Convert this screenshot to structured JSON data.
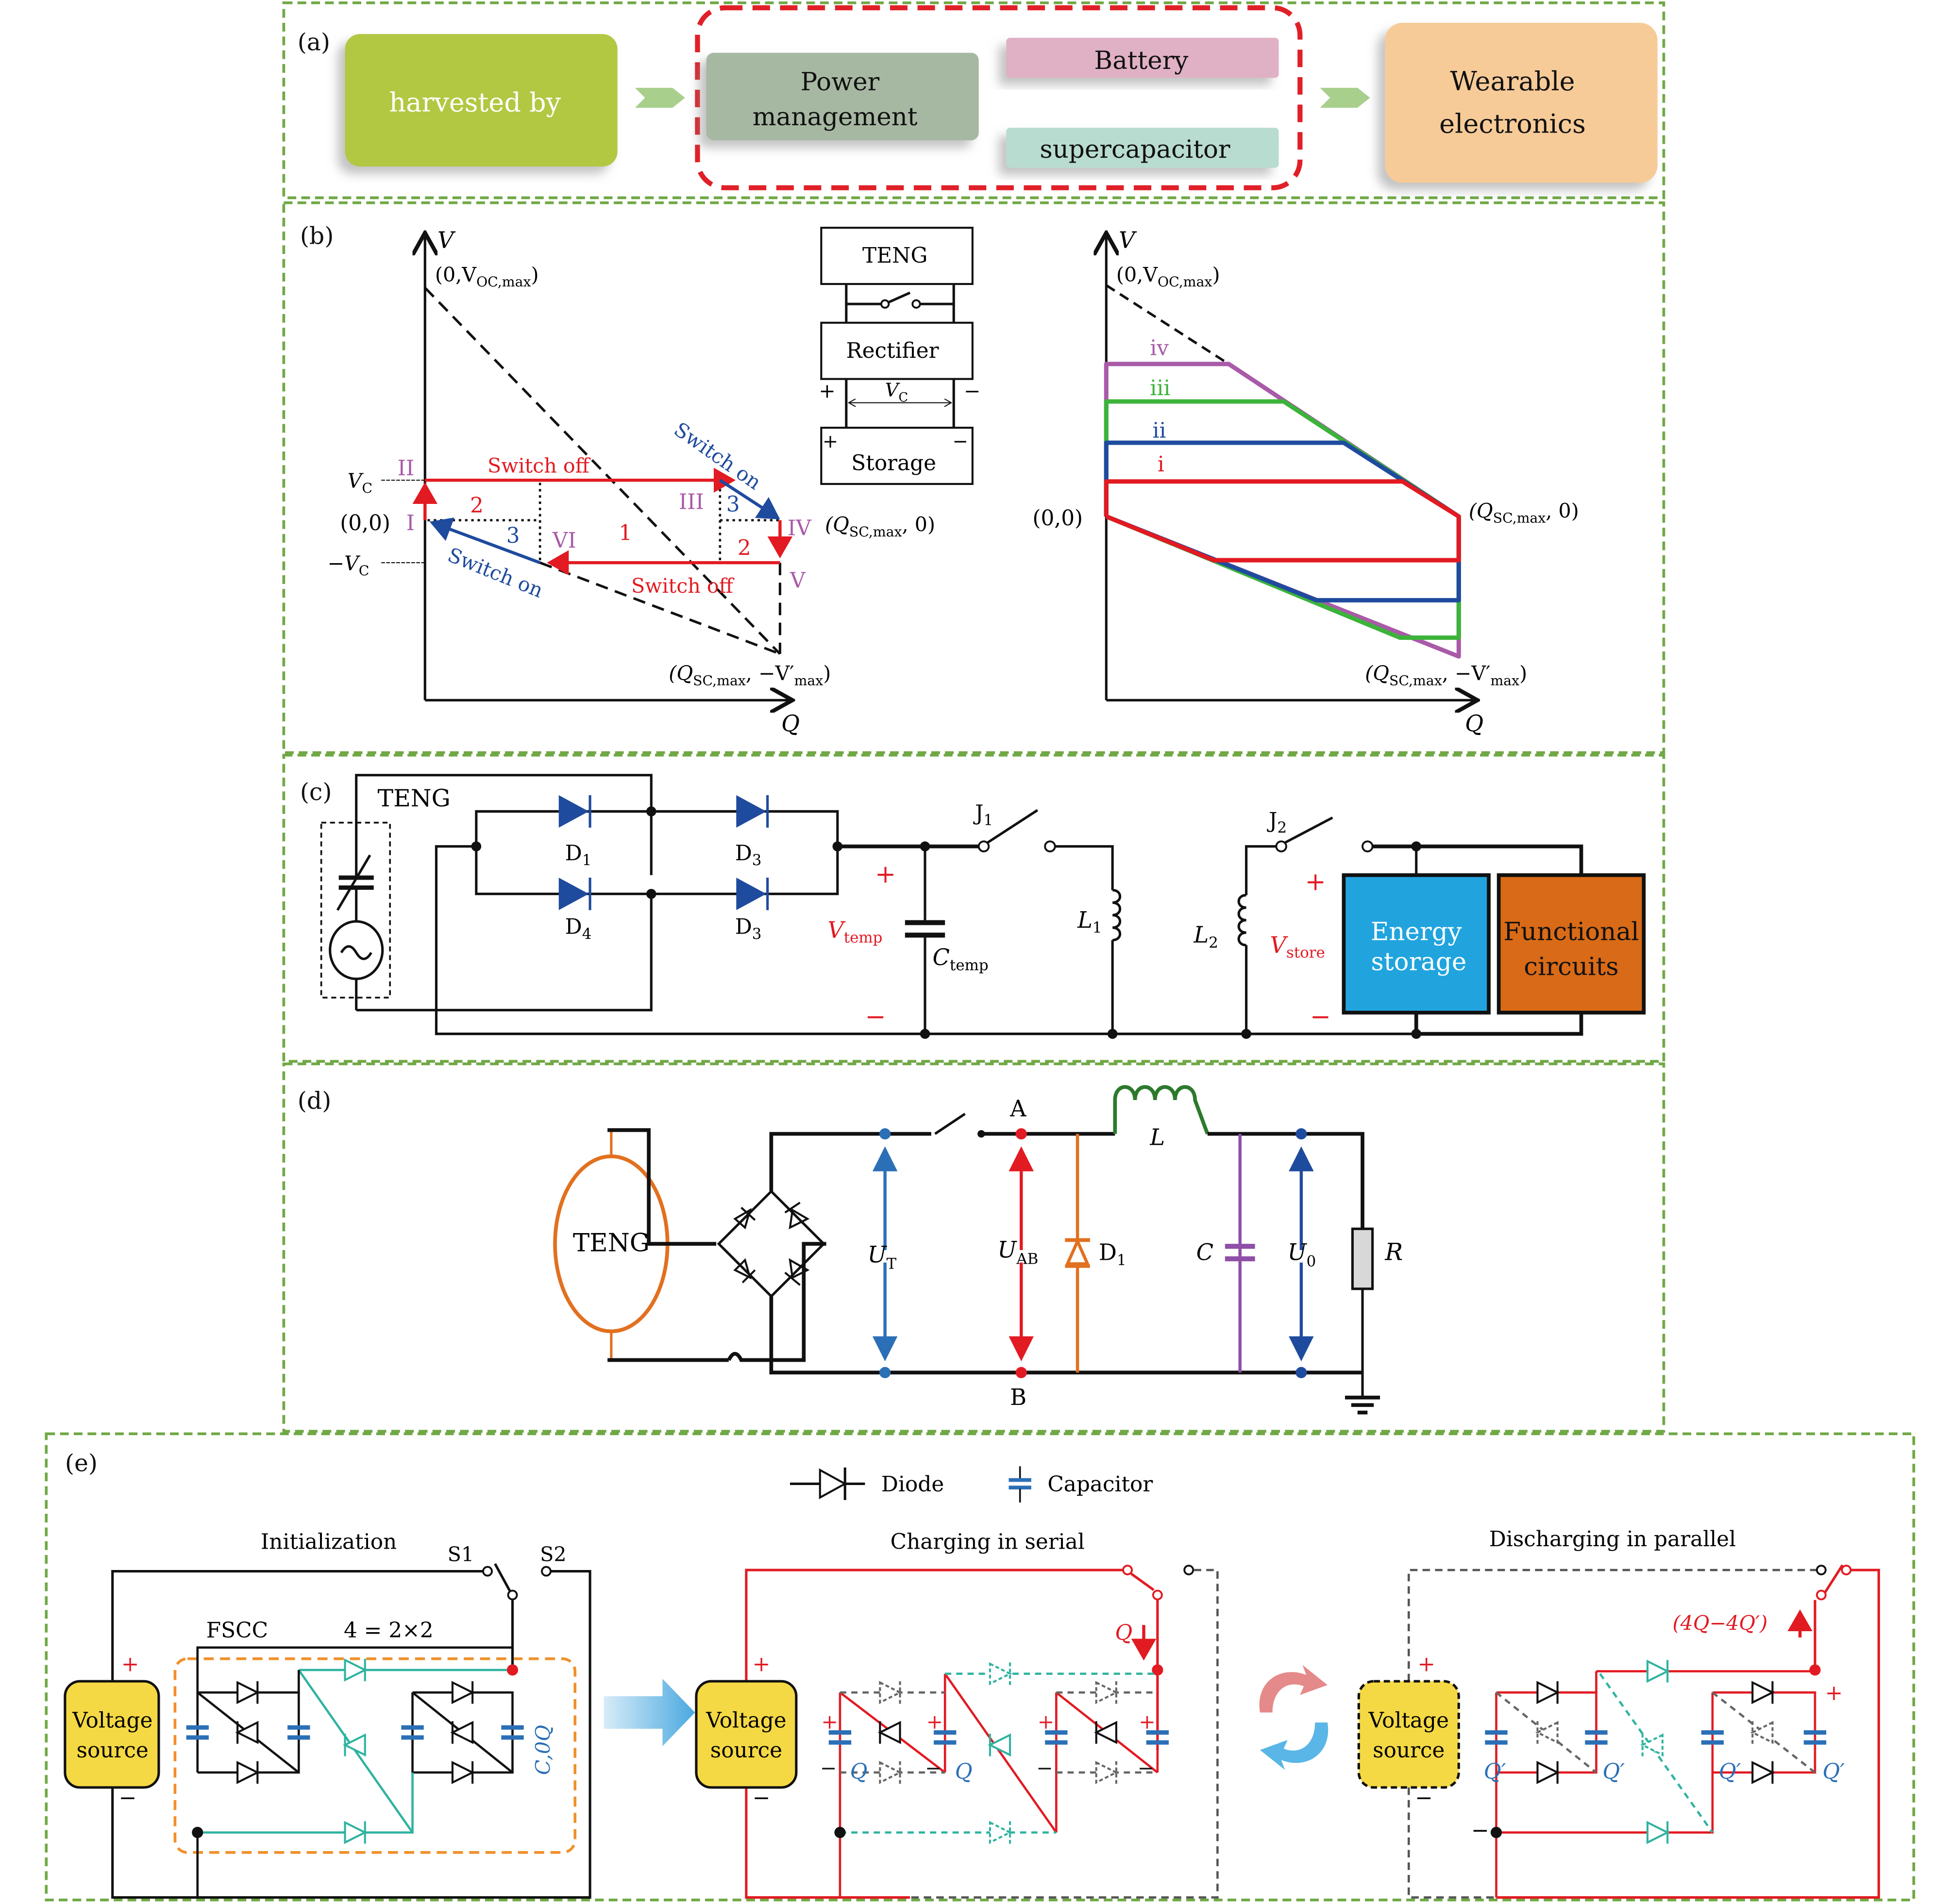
{
  "panels": {
    "a": {
      "label": "(a)",
      "source_box": "harvested by",
      "power_management": [
        "Power",
        "management"
      ],
      "battery": "Battery",
      "supercapacitor": "supercapacitor",
      "output": [
        "Wearable",
        "electronics"
      ],
      "colors": {
        "source": "#b2c842",
        "power": "#a7b8a2",
        "battery": "#e0b0c4",
        "supercap": "#b8dccf",
        "output": "#f6cb98",
        "highlight": "#e02028",
        "arrow": "#a8cf8c"
      }
    },
    "b": {
      "label": "(b)",
      "left_plot": {
        "axis_v": "V",
        "axis_q": "Q",
        "voc": "(0,V",
        "voc_sub": "OC,max",
        "origin": "(0,0)",
        "vc": "V",
        "vc_sub": "C",
        "neg_vc": "−V",
        "qsc": "(Q",
        "qsc_sub": "SC,max",
        "qsc_tail": ", 0)",
        "vmax_tail": ", −V′",
        "vmax_sub": "max",
        "points": [
          "I",
          "II",
          "III",
          "IV",
          "V",
          "VI"
        ],
        "regions": [
          "1",
          "2",
          "3",
          "2",
          "3"
        ],
        "switch_off": "Switch off",
        "switch_on": "Switch on"
      },
      "block": {
        "teng": "TENG",
        "rectifier": "Rectifier",
        "storage": "Storage",
        "vc": "V",
        "vc_sub": "C",
        "plus": "+",
        "minus": "−"
      },
      "right_plot": {
        "curves": [
          "i",
          "ii",
          "iii",
          "iv"
        ],
        "colors": [
          "#e21a22",
          "#1f4b9e",
          "#3cb33a",
          "#a95aa8"
        ]
      }
    },
    "c": {
      "label": "(c)",
      "teng": "TENG",
      "diodes": [
        "D",
        "D",
        "D",
        "D"
      ],
      "diode_subs": [
        "1",
        "3",
        "4",
        "3"
      ],
      "j1": "J",
      "j1_sub": "1",
      "j2": "J",
      "j2_sub": "2",
      "l1": "L",
      "l1_sub": "1",
      "l2": "L",
      "l2_sub": "2",
      "vtemp": "V",
      "vtemp_sub": "temp",
      "ctemp": "C",
      "ctemp_sub": "temp",
      "vstore": "V",
      "vstore_sub": "store",
      "plus": "+",
      "minus": "−",
      "energy_storage": [
        "Energy",
        "storage"
      ],
      "functional": [
        "Functional",
        "circuits"
      ]
    },
    "d": {
      "label": "(d)",
      "teng": "TENG",
      "node_a": "A",
      "node_b": "B",
      "inductor": "L",
      "ut": "U",
      "ut_sub": "T",
      "uab": "U",
      "uab_sub": "AB",
      "d1": "D",
      "d1_sub": "1",
      "cap": "C",
      "u0": "U",
      "u0_sub": "0",
      "res": "R"
    },
    "e": {
      "label": "(e)",
      "legend": {
        "diode": "Diode",
        "capacitor": "Capacitor"
      },
      "init": {
        "title": "Initialization",
        "s1": "S1",
        "s2": "S2",
        "fscc": "FSCC",
        "formula": "4 = 2×2",
        "cq": "C,0Q",
        "source": [
          "Voltage",
          "source"
        ]
      },
      "charging": {
        "title": "Charging in serial",
        "q_label": "Q",
        "cap_q": "Q",
        "source": [
          "Voltage",
          "source"
        ]
      },
      "discharging": {
        "title": "Discharging in parallel",
        "current": "(4Q−4Q′)",
        "cap_q": "Q′",
        "source": [
          "Voltage",
          "source"
        ]
      }
    }
  }
}
